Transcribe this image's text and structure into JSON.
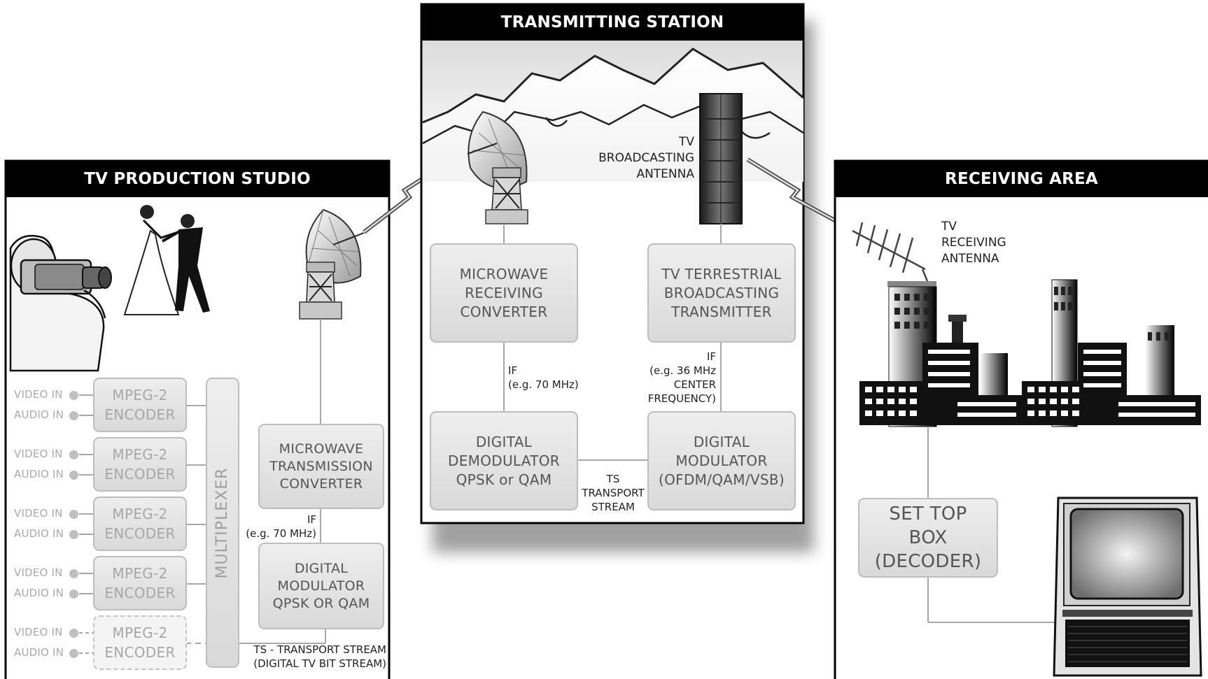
{
  "studio": {
    "title": "TV PRODUCTION STUDIO",
    "encoders": [
      {
        "video_in": "VIDEO IN",
        "audio_in": "AUDIO IN",
        "label_top": "MPEG-2",
        "label_bottom": "ENCODER"
      },
      {
        "video_in": "VIDEO IN",
        "audio_in": "AUDIO IN",
        "label_top": "MPEG-2",
        "label_bottom": "ENCODER"
      },
      {
        "video_in": "VIDEO IN",
        "audio_in": "AUDIO IN",
        "label_top": "MPEG-2",
        "label_bottom": "ENCODER"
      },
      {
        "video_in": "VIDEO IN",
        "audio_in": "AUDIO IN",
        "label_top": "MPEG-2",
        "label_bottom": "ENCODER"
      },
      {
        "video_in": "VIDEO IN",
        "audio_in": "AUDIO IN",
        "label_top": "MPEG-2",
        "label_bottom": "ENCODER"
      }
    ],
    "multiplexer": "MULTIPLEXER",
    "mw_converter": [
      "MICROWAVE",
      "TRANSMISSION",
      "CONVERTER"
    ],
    "if_label": [
      "IF",
      "(e.g. 70 MHz)"
    ],
    "modulator": [
      "DIGITAL",
      "MODULATOR",
      "QPSK OR QAM"
    ],
    "ts_label": [
      "TS - TRANSPORT STREAM",
      "(DIGITAL TV BIT STREAM)"
    ]
  },
  "station": {
    "title": "TRANSMITTING STATION",
    "antenna_label": [
      "TV",
      "BROADCASTING",
      "ANTENNA"
    ],
    "mw_receiver": [
      "MICROWAVE",
      "RECEIVING",
      "CONVERTER"
    ],
    "transmitter": [
      "TV TERRESTRIAL",
      "BROADCASTING",
      "TRANSMITTER"
    ],
    "if_left": [
      "IF",
      "(e.g. 70 MHz)"
    ],
    "if_right": [
      "IF",
      "(e.g. 36 MHz",
      "CENTER",
      "FREQUENCY)"
    ],
    "demodulator": [
      "DIGITAL",
      "DEMODULATOR",
      "QPSK or QAM"
    ],
    "modulator": [
      "DIGITAL",
      "MODULATOR",
      "(OFDM/QAM/VSB)"
    ],
    "ts_label": [
      "TS",
      "TRANSPORT",
      "STREAM"
    ]
  },
  "receiving": {
    "title": "RECEIVING AREA",
    "antenna_label": [
      "TV",
      "RECEIVING",
      "ANTENNA"
    ],
    "settop": [
      "SET TOP",
      "BOX",
      "(DECODER)"
    ]
  },
  "icons": [
    "video-camera-icon",
    "dancing-couple-icon",
    "satellite-dish-icon",
    "broadcast-tower-icon",
    "yagi-antenna-icon",
    "city-buildings-icon",
    "television-icon",
    "mountains-icon"
  ],
  "colors": {
    "title_bar": "#000000",
    "box_fill": "#e2e2e2",
    "box_border": "#bdbdbd",
    "line": "#a8a8a8"
  }
}
